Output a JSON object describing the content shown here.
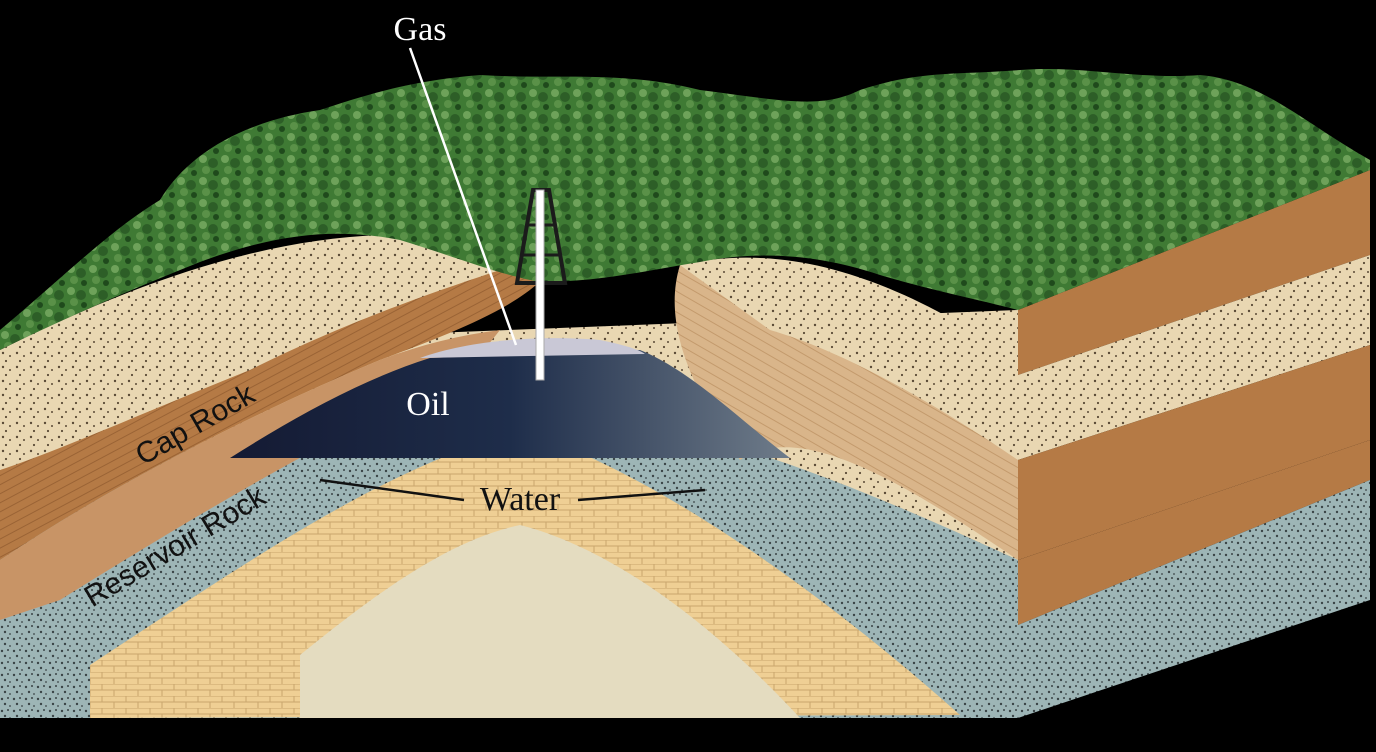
{
  "labels": {
    "gas": "Gas",
    "oil": "Oil",
    "water": "Water",
    "cap_rock": "Cap Rock",
    "reservoir_rock": "Reservoir Rock"
  },
  "colors": {
    "background": "#000000",
    "vegetation": "#3f7a34",
    "vegetation_light": "#6ea25a",
    "vegetation_dark": "#1f4a1c",
    "cap_rock": "#b57a45",
    "cap_rock_dark": "#9a6335",
    "sandstone": "#e9d7b2",
    "tan_layer": "#d9b58a",
    "reservoir_rock": "#9db5b6",
    "brick_layer": "#efcf94",
    "core_layer": "#e4dcc0",
    "oil": "#1e2d4a",
    "gas": "#c9c8d6",
    "well": "#ffffff",
    "label_light": "#ffffff",
    "label_dark": "#111111"
  }
}
